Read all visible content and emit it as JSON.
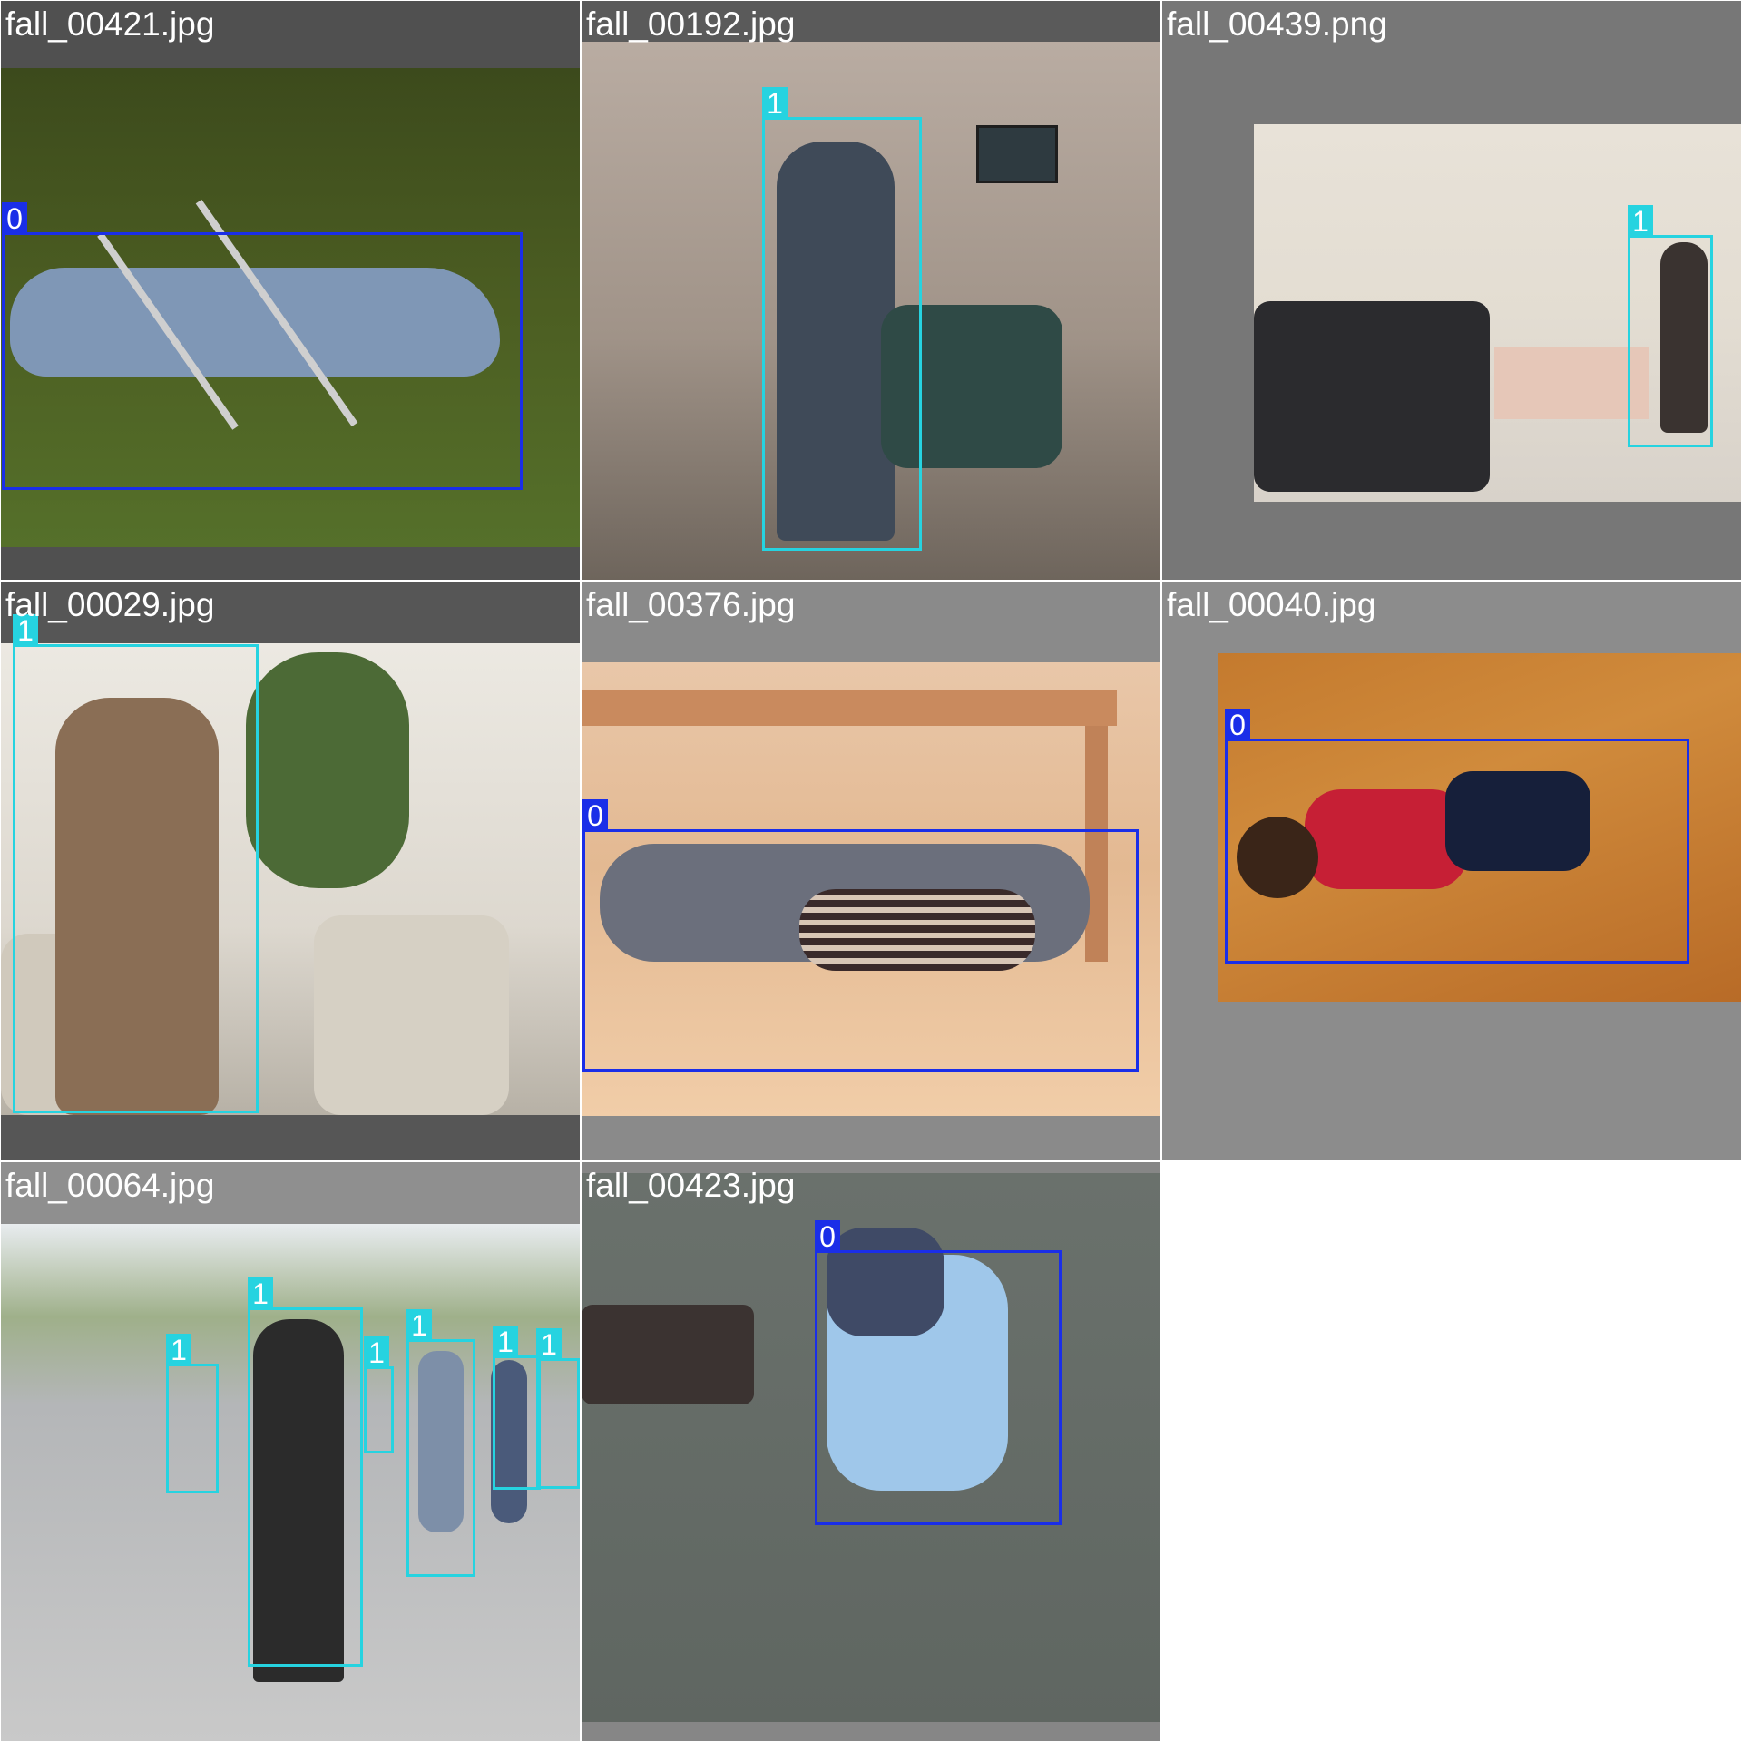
{
  "mosaic": {
    "tiles": [
      {
        "filename": "fall_00421.jpg",
        "labels": [
          "0"
        ]
      },
      {
        "filename": "fall_00192.jpg",
        "labels": [
          "1"
        ]
      },
      {
        "filename": "fall_00439.png",
        "labels": [
          "1"
        ]
      },
      {
        "filename": "fall_00029.jpg",
        "labels": [
          "1"
        ]
      },
      {
        "filename": "fall_00376.jpg",
        "labels": [
          "0"
        ]
      },
      {
        "filename": "fall_00040.jpg",
        "labels": [
          "0"
        ]
      },
      {
        "filename": "fall_00064.jpg",
        "labels": [
          "1",
          "1",
          "1",
          "1",
          "1",
          "1"
        ]
      },
      {
        "filename": "fall_00423.jpg",
        "labels": [
          "0"
        ]
      }
    ]
  },
  "class_colors": {
    "0": "#1a2ee8",
    "1": "#26d3e0"
  }
}
